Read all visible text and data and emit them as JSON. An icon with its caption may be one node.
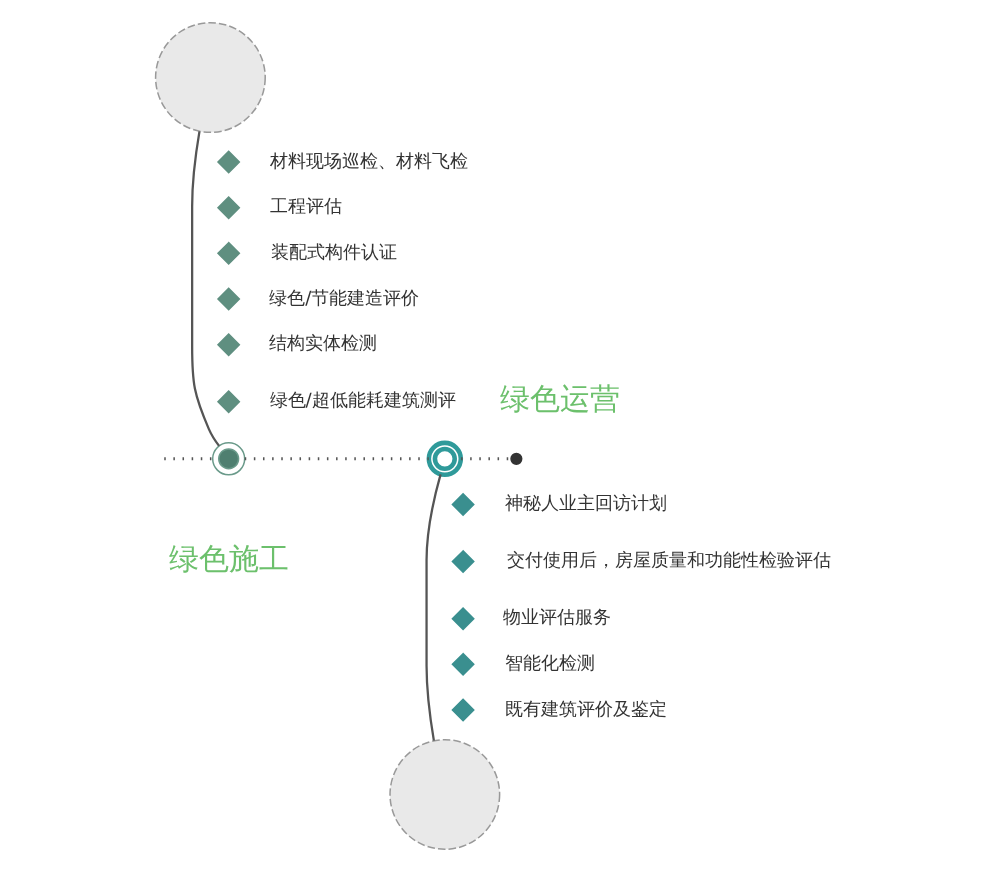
{
  "diagram": {
    "nodes": [
      {
        "text": [],
        "shape": "circle"
      },
      {
        "text": [],
        "shape": "circle"
      },
      {
        "text": [],
        "shape": "circle"
      },
      {
        "text": [],
        "shape": "circle"
      },
      {
        "text": [],
        "shape": "circle"
      }
    ],
    "edges": [
      {
        "from": 0,
        "to": 1,
        "arrow": "none"
      },
      {
        "from": null,
        "to": 1,
        "arrow": "none",
        "style": "dashed"
      },
      {
        "from": 1,
        "to": 2,
        "arrow": "none",
        "style": "dashed"
      },
      {
        "from": 2,
        "to": 3,
        "arrow": "none",
        "style": "dashed"
      },
      {
        "from": 2,
        "to": 4,
        "arrow": "none"
      }
    ],
    "labels": [
      "材料现场巡检、材料飞检",
      "工程评估",
      "装配式构件认证",
      "绿色/节能建造评价",
      "结构实体检测",
      "绿色/超低能耗建筑测评",
      "绿色运营",
      "绿色施工",
      "神秘人业主回访计划",
      "交付使用后，房屋质量和功能性检验评估",
      "物业评估服务",
      "智能化检测",
      "既有建筑评价及鉴定"
    ]
  }
}
